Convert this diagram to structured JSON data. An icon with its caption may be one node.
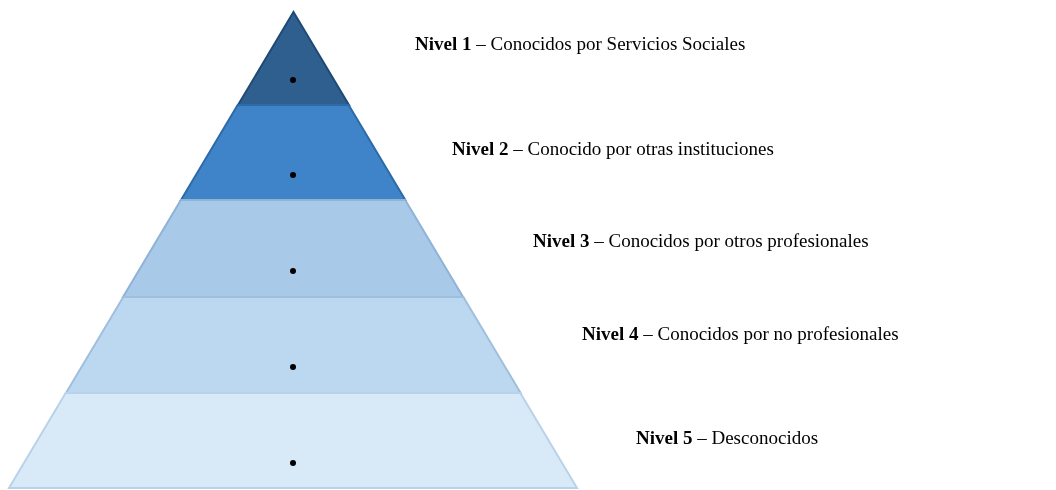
{
  "diagram": {
    "nodes": [
      {
        "text": [],
        "shape": "triangle",
        "beside": [
          "**Nivel 1** – Conocidos por Servicios Sociales"
        ]
      },
      {
        "text": [],
        "shape": "trapezoid",
        "beside": [
          "**Nivel 2** – Conocido por otras instituciones"
        ]
      },
      {
        "text": [],
        "shape": "trapezoid",
        "beside": [
          "**Nivel 3** – Conocidos por otros profesionales"
        ]
      },
      {
        "text": [],
        "shape": "trapezoid",
        "beside": [
          "**Nivel 4** – Conocidos por no profesionales"
        ]
      },
      {
        "text": [],
        "shape": "trapezoid",
        "beside": [
          "**Nivel 5** – Desconocidos"
        ]
      }
    ]
  }
}
